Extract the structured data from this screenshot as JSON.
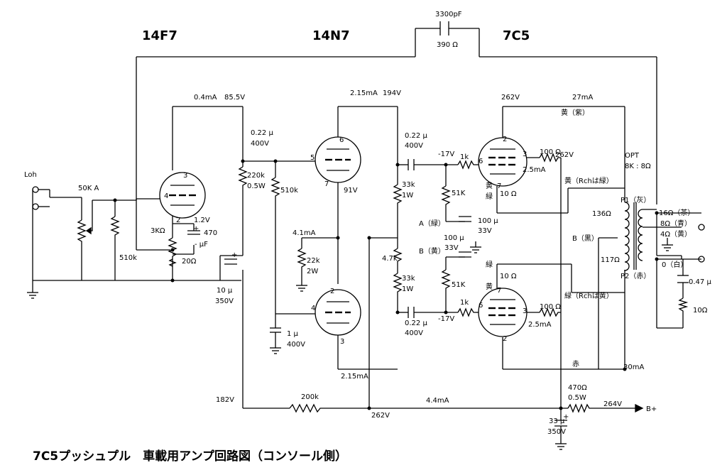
{
  "title": "7C5プッシュプル　車載用アンプ回路図（コンソール側）",
  "tubes": {
    "v1": "14F7",
    "v2": "14N7",
    "v3": "7C5"
  },
  "input": {
    "label": "Loh",
    "volume": "50K A"
  },
  "stage1": {
    "current": "0.4mA",
    "plate_v": "85.5V",
    "cath_r": "3KΩ",
    "cath_r2": "20Ω",
    "cath_cap_v": "1.2V",
    "cath_cap_plus": "+",
    "cath_cap": "470",
    "cath_cap_unit": "- μF",
    "grid_r": "510k",
    "plate_r": "220k",
    "plate_r_w": "0.5W",
    "coupling_cap": "0.22 μ",
    "coupling_cap_v": "400V",
    "dec_cap_plus": "+",
    "dec_cap": "10 μ",
    "dec_cap_v": "350V",
    "pin_g": "4",
    "pin_p": "3",
    "pin_k": "2"
  },
  "stage2": {
    "current_top": "2.15mA",
    "plate_v": "194V",
    "pin5": "5",
    "pin6": "6",
    "pin7": "7",
    "pin7_v": "91V",
    "pin2": "2",
    "pin4": "4",
    "pin3": "3",
    "grid_r": "510k",
    "tail_current": "4.1mA",
    "tail_r": "22k",
    "tail_r_w": "2W",
    "grid_cap": "1 μ",
    "grid_cap_v": "400V",
    "current_bottom": "2.15mA",
    "load_r1": "33k",
    "load_r1_w": "1W",
    "mid_r": "4.7k",
    "load_r2": "33k",
    "load_r2_w": "1W"
  },
  "feedback": {
    "cap": "3300pF",
    "res": "390 Ω"
  },
  "output": {
    "plate_v": "262V",
    "current_top": "27mA",
    "lead_top": "黄（紫）",
    "cap_top": "0.22 μ",
    "cap_top_v": "400V",
    "grid_v_top": "-17V",
    "grid_r_top": "1k",
    "pin6_top": "6",
    "pin2_top": "2",
    "pin3_top": "3",
    "pin7_top": "7",
    "screen_r_top": "100 Ω",
    "screen_v": "262V",
    "screen_i_top": "2.5mA",
    "lead_k_top": "黄",
    "lead_k_top2": "緑",
    "cath_r_top": "10 Ω",
    "bias_r_top": "51K",
    "lead_a": "A（緑）",
    "bias_cap_top": "100 μ",
    "bias_cap_top_v": "33V",
    "bias_cap_mid": "100 μ",
    "bias_v": "33V",
    "lead_b": "B（黄）",
    "bias_r_bot": "51K",
    "lead_k_bot": "緑",
    "cath_r_bot": "10 Ω",
    "lead_k_bot2": "黄",
    "pin7_bot": "7",
    "cap_bot": "0.22 μ",
    "cap_bot_v": "400V",
    "grid_v_bot": "-17V",
    "grid_r_bot": "1k",
    "pin6_bot": "6",
    "pin3_bot": "3",
    "pin2_bot": "2",
    "screen_r_bot": "100 Ω",
    "screen_i_bot": "2.5mA",
    "lead_red": "赤",
    "current_bot": "30mA"
  },
  "opt": {
    "label": "OPT",
    "ratio": "8K : 8Ω",
    "lead_p1": "黄（Rchは緑）",
    "p1": "P1（灰）",
    "r1": "136Ω",
    "b": "B（黒）",
    "r2": "117Ω",
    "p2": "P2（赤）",
    "lead_p2": "緑（Rchは黄）",
    "tap16": "16Ω（茶）",
    "tap8": "8Ω（青）",
    "tap4": "4Ω（黄）",
    "tap0": "0（白）",
    "zobel_c": "0.47 μ",
    "zobel_r": "10Ω"
  },
  "supply": {
    "v182": "182V",
    "r200k": "200k",
    "i_total": "4.4mA",
    "v262": "262V",
    "r470": "470Ω",
    "r470_w": "0.5W",
    "v264": "264V",
    "bplus": "B+",
    "cap_plus": "+",
    "cap": "33 μ",
    "cap_v": "350V"
  }
}
